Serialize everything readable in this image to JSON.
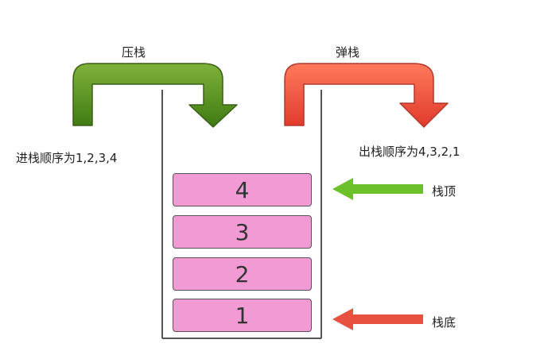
{
  "labels": {
    "push": "压栈",
    "pop": "弹栈",
    "push_order": "进栈顺序为1,2,3,4",
    "pop_order": "出栈顺序为4,3,2,1",
    "stack_top": "栈顶",
    "stack_bottom": "栈底"
  },
  "stack_items": [
    "4",
    "3",
    "2",
    "1"
  ],
  "colors": {
    "push_arrow": "#4f8a1c",
    "pop_arrow": "#e8483a",
    "top_pointer": "#6cc12a",
    "bottom_pointer": "#e8503f",
    "block_fill": "#f29ad4"
  }
}
